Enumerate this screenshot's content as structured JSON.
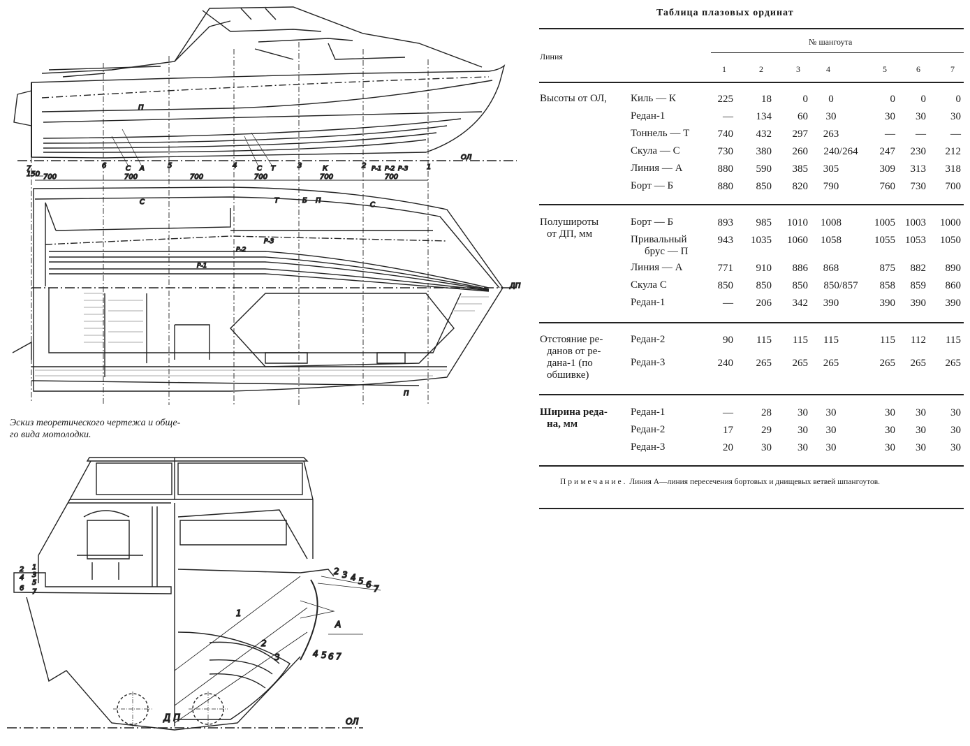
{
  "table": {
    "title": "Таблица плазовых ординат",
    "col_group_header": "№ шангоута",
    "row_header": "Линия",
    "frames": [
      "1",
      "2",
      "3",
      "4",
      "5",
      "6",
      "7"
    ],
    "sections": [
      {
        "group": "Высоты от ОЛ,",
        "rows": [
          {
            "line": "Киль — К",
            "values": [
              "225",
              "18",
              "0",
              "0",
              "0",
              "0",
              "0"
            ]
          },
          {
            "line": "Редан-1",
            "values": [
              "—",
              "134",
              "60",
              "30",
              "30",
              "30",
              "30"
            ]
          },
          {
            "line": "Тоннель — Т",
            "values": [
              "740",
              "432",
              "297",
              "263",
              "—",
              "—",
              "—"
            ]
          },
          {
            "line": "Скула — С",
            "values": [
              "730",
              "380",
              "260",
              "240/264",
              "247",
              "230",
              "212"
            ]
          },
          {
            "line": "Линия — А",
            "values": [
              "880",
              "590",
              "385",
              "305",
              "309",
              "313",
              "318"
            ]
          },
          {
            "line": "Борт — Б",
            "values": [
              "880",
              "850",
              "820",
              "790",
              "760",
              "730",
              "700"
            ]
          }
        ]
      },
      {
        "group": "Полушироты\nот ДП, мм",
        "rows": [
          {
            "line": "Борт — Б",
            "values": [
              "893",
              "985",
              "1010",
              "1008",
              "1005",
              "1003",
              "1000"
            ]
          },
          {
            "line": "Привальный\nбрус — П",
            "values": [
              "943",
              "1035",
              "1060",
              "1058",
              "1055",
              "1053",
              "1050"
            ]
          },
          {
            "line": "Линия — А",
            "values": [
              "771",
              "910",
              "886",
              "868",
              "875",
              "882",
              "890"
            ]
          },
          {
            "line": "Скула С",
            "values": [
              "850",
              "850",
              "850",
              "850/857",
              "858",
              "859",
              "860"
            ]
          },
          {
            "line": "Редан-1",
            "values": [
              "—",
              "206",
              "342",
              "390",
              "390",
              "390",
              "390"
            ]
          }
        ]
      },
      {
        "group": "Отстояние ре-\nданов от ре-\nдана-1 (по\nобшивке)",
        "rows": [
          {
            "line": "Редан-2",
            "values": [
              "90",
              "115",
              "115",
              "115",
              "115",
              "112",
              "115"
            ]
          },
          {
            "line": "Редан-3",
            "values": [
              "240",
              "265",
              "265",
              "265",
              "265",
              "265",
              "265"
            ]
          }
        ]
      },
      {
        "group": "Ширина реда-\nна, мм",
        "rows": [
          {
            "line": "Редан-1",
            "values": [
              "—",
              "28",
              "30",
              "30",
              "30",
              "30",
              "30"
            ]
          },
          {
            "line": "Редан-2",
            "values": [
              "17",
              "29",
              "30",
              "30",
              "30",
              "30",
              "30"
            ]
          },
          {
            "line": "Редан-3",
            "values": [
              "20",
              "30",
              "30",
              "30",
              "30",
              "30",
              "30"
            ]
          }
        ]
      }
    ],
    "note_label": "Примечание.",
    "note_text": " Линия А—линия пересечения бортовых и днищевых ветвей шпангоутов."
  },
  "caption": {
    "line1": "Эскиз теоретического чертежа и обще-",
    "line2": "го вида мотолодки."
  },
  "drawing": {
    "stations": [
      "7",
      "6",
      "5",
      "4",
      "3",
      "2",
      "1"
    ],
    "dim_transom": "150",
    "dims": [
      "700",
      "700",
      "700",
      "700",
      "700",
      "700"
    ],
    "profile_labels": {
      "c1": "С",
      "a": "А",
      "c2": "С",
      "t": "Т",
      "k": "К",
      "r1": "Р-1",
      "r2": "Р-2",
      "r3": "Р-3",
      "ol": "ОЛ",
      "p": "П"
    },
    "plan_labels": {
      "c1": "С",
      "t": "Т",
      "b": "Б",
      "p": "П",
      "c2": "С",
      "r1": "Р-1",
      "r2": "Р-2",
      "r3": "Р-3",
      "dp": "ДП",
      "p2": "П"
    },
    "section_labels": {
      "left": [
        "2",
        "1",
        "4",
        "3",
        "6",
        "5",
        "7"
      ],
      "right_top": [
        "2",
        "3",
        "4",
        "5",
        "6",
        "7"
      ],
      "diag": [
        "1",
        "2",
        "3"
      ],
      "right_bot": [
        "4",
        "5",
        "6",
        "7"
      ],
      "a": "А",
      "ol": "ОЛ",
      "dp": "Д П"
    }
  }
}
